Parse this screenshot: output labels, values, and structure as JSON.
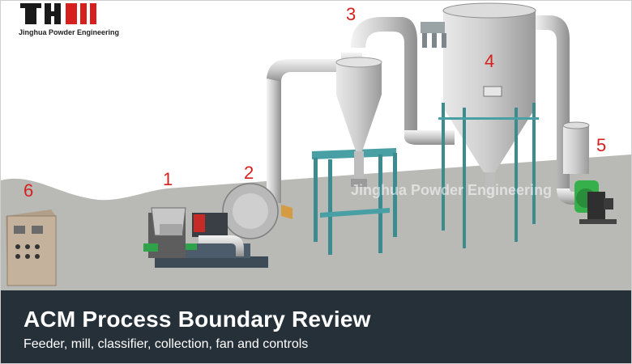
{
  "brand": {
    "name": "Jinghua Powder Engineering",
    "watermark": "Jinghua Powder Engineering",
    "accent_color": "#d6201e"
  },
  "callouts": [
    {
      "number": "1",
      "component": "feeder"
    },
    {
      "number": "2",
      "component": "mill"
    },
    {
      "number": "3",
      "component": "classifier"
    },
    {
      "number": "4",
      "component": "collection"
    },
    {
      "number": "5",
      "component": "fan"
    },
    {
      "number": "6",
      "component": "controls"
    }
  ],
  "caption": {
    "title": "ACM Process Boundary Review",
    "subtitle": "Feeder, mill, classifier, collection, fan and controls"
  },
  "colors": {
    "caption_bg": "#263039",
    "floor": "#b9b9b6",
    "callout": "#d6201e",
    "frame": "#48a0a4",
    "fan_green": "#35b04a"
  }
}
